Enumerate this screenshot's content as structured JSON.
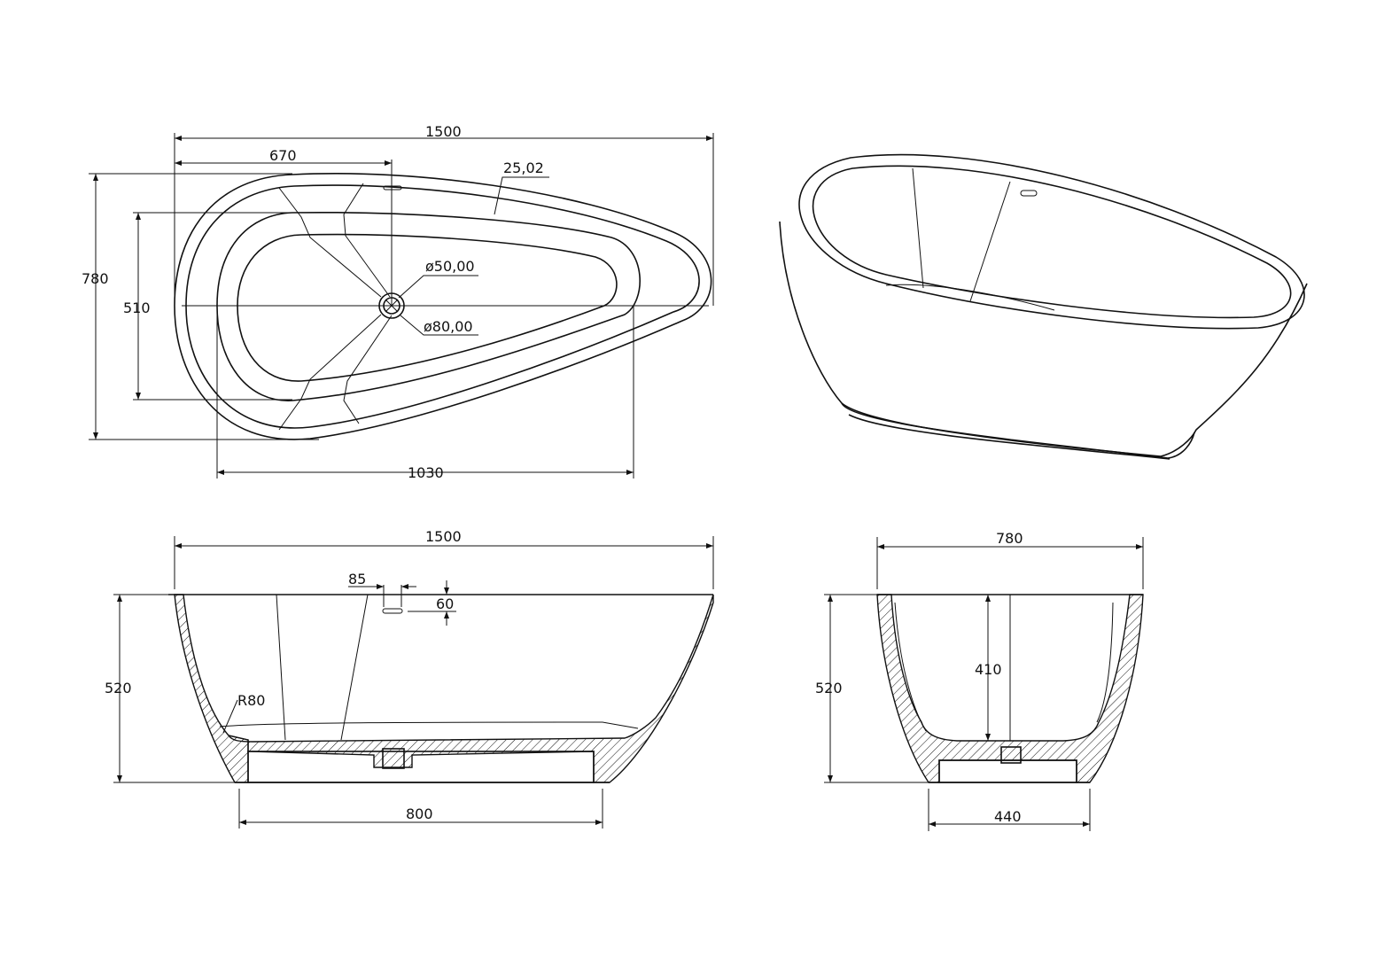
{
  "top_view": {
    "overall_length": "1500",
    "drain_offset": "670",
    "rim_width": "25,02",
    "overall_width": "780",
    "inner_width": "510",
    "drain_inner_dia": "ø50,00",
    "drain_outer_dia": "ø80,00",
    "inner_length": "1030"
  },
  "side_view": {
    "overall_length": "1500",
    "overflow_width": "85",
    "overflow_height": "60",
    "height": "520",
    "radius": "R80",
    "base_length": "800"
  },
  "end_view": {
    "overall_width": "780",
    "height": "520",
    "depth": "410",
    "base_width": "440"
  }
}
